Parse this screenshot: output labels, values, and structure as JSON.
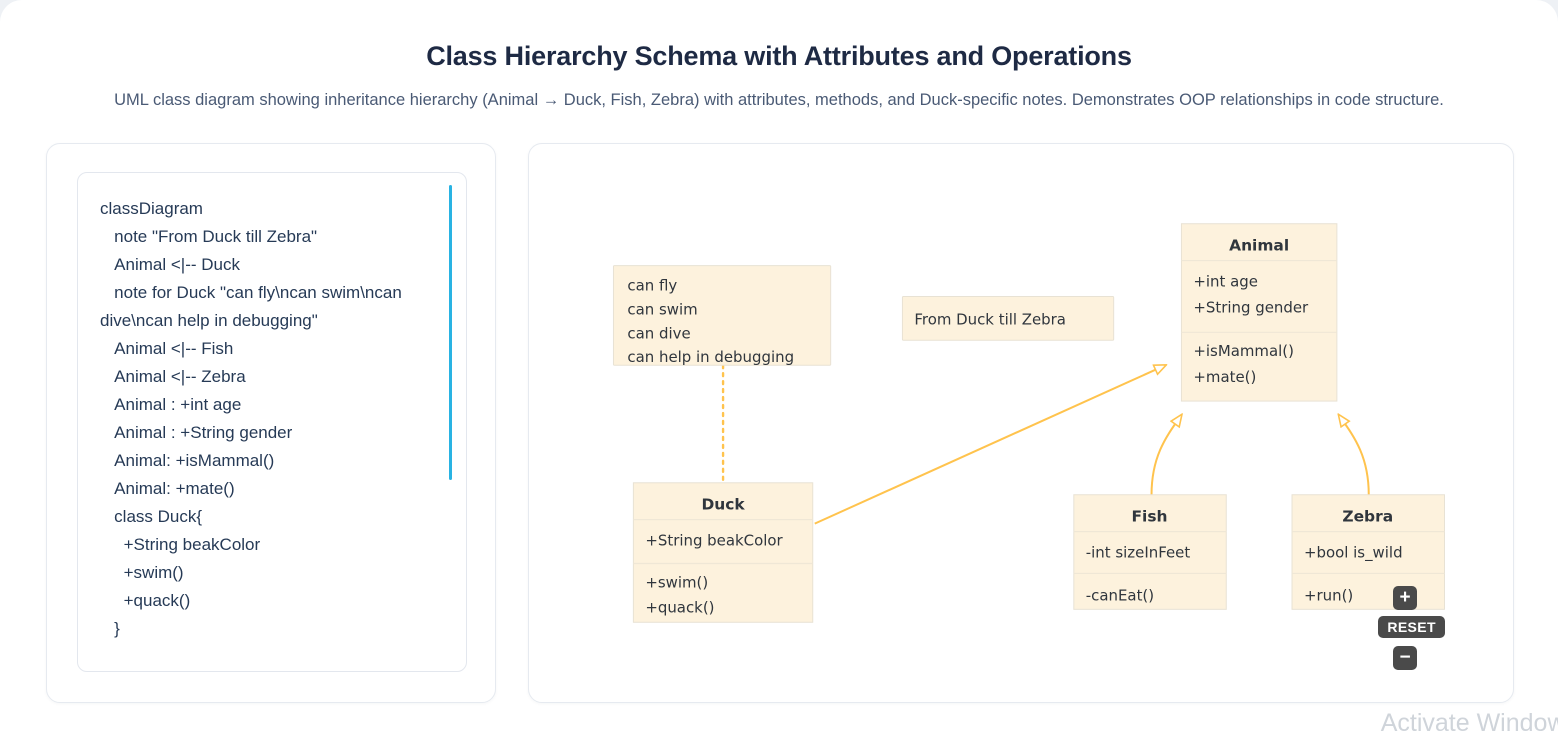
{
  "header": {
    "title": "Class Hierarchy Schema with Attributes and Operations",
    "subtitle": "UML class diagram showing inheritance hierarchy (Animal → Duck, Fish, Zebra) with attributes, methods, and Duck-specific notes. Demonstrates OOP relationships in code structure."
  },
  "code_panel": {
    "lines": [
      "classDiagram",
      "   note \"From Duck till Zebra\"",
      "   Animal <|-- Duck",
      "   note for Duck \"can fly\\ncan swim\\ncan dive\\ncan help in debugging\"",
      "   Animal <|-- Fish",
      "   Animal <|-- Zebra",
      "   Animal : +int age",
      "   Animal : +String gender",
      "   Animal: +isMammal()",
      "   Animal: +mate()",
      "   class Duck{",
      "     +String beakColor",
      "     +swim()",
      "     +quack()",
      "   }"
    ]
  },
  "diagram": {
    "classes": [
      {
        "name": "Animal",
        "attributes": [
          "+int age",
          "+String gender"
        ],
        "methods": [
          "+isMammal()",
          "+mate()"
        ]
      },
      {
        "name": "Duck",
        "attributes": [
          "+String beakColor"
        ],
        "methods": [
          "+swim()",
          "+quack()"
        ]
      },
      {
        "name": "Fish",
        "attributes": [
          "-int sizeInFeet"
        ],
        "methods": [
          "-canEat()"
        ]
      },
      {
        "name": "Zebra",
        "attributes": [
          "+bool is_wild"
        ],
        "methods": [
          "+run()"
        ]
      }
    ],
    "notes": [
      {
        "id": "duck-note",
        "lines": [
          "can fly",
          "can swim",
          "can dive",
          "can help in debugging"
        ]
      },
      {
        "id": "general-note",
        "lines": [
          "From Duck till Zebra"
        ]
      }
    ],
    "relationships": [
      {
        "from": "Duck",
        "to": "Animal",
        "type": "generalization"
      },
      {
        "from": "Fish",
        "to": "Animal",
        "type": "generalization"
      },
      {
        "from": "Zebra",
        "to": "Animal",
        "type": "generalization"
      },
      {
        "from": "duck-note",
        "to": "Duck",
        "type": "note-link"
      }
    ],
    "colors": {
      "box_fill": "#fdf2dd",
      "box_border": "#e8e2d4",
      "edge": "#ffc34d",
      "text": "#30363d"
    }
  },
  "zoom_controls": {
    "zoom_in_label": "+",
    "reset_label": "RESET",
    "zoom_out_label": "−"
  },
  "watermark": {
    "text": "Activate Windows"
  }
}
